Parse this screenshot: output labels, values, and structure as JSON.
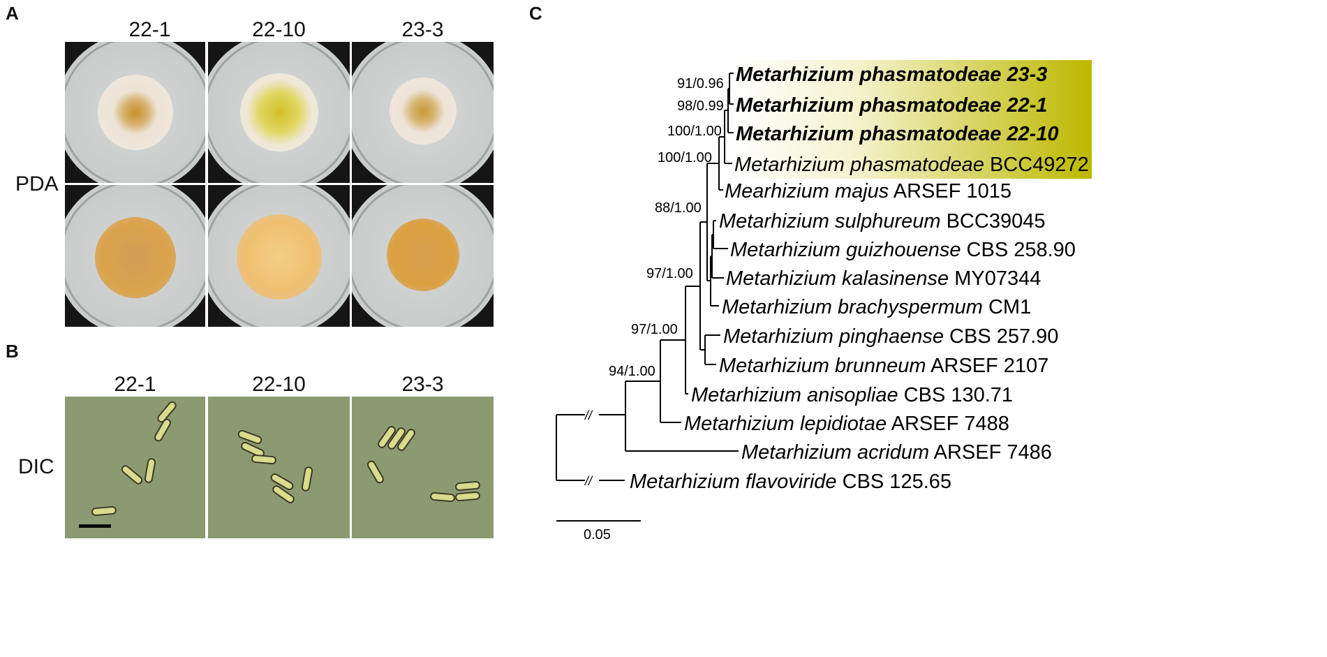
{
  "panels": {
    "a": {
      "letter": "A",
      "columns": [
        "22-1",
        "22-10",
        "23-3"
      ],
      "row_label": "PDA"
    },
    "b": {
      "letter": "B",
      "columns": [
        "22-1",
        "22-10",
        "23-3"
      ],
      "row_label": "DIC"
    },
    "c": {
      "letter": "C",
      "highlight_color": "#bcb800",
      "taxa": [
        {
          "genus": "Metarhizium",
          "species": "phasmatodeae",
          "strain": "23-3",
          "bold": true
        },
        {
          "genus": "Metarhizium",
          "species": "phasmatodeae",
          "strain": "22-1",
          "bold": true
        },
        {
          "genus": "Metarhizium",
          "species": "phasmatodeae",
          "strain": "22-10",
          "bold": true
        },
        {
          "genus": "Metarhizium",
          "species": "phasmatodeae",
          "strain": "BCC49272",
          "bold": false
        },
        {
          "genus": "Mearhizium",
          "species": "majus",
          "strain": "ARSEF 1015",
          "bold": false
        },
        {
          "genus": "Metarhizium",
          "species": "sulphureum",
          "strain": "BCC39045",
          "bold": false
        },
        {
          "genus": "Metarhizium",
          "species": "guizhouense",
          "strain": "CBS 258.90",
          "bold": false
        },
        {
          "genus": "Metarhizium",
          "species": "kalasinense",
          "strain": "MY07344",
          "bold": false
        },
        {
          "genus": "Metarhizium",
          "species": "brachyspermum",
          "strain": "CM1",
          "bold": false
        },
        {
          "genus": "Metarhizium",
          "species": "pinghaense",
          "strain": "CBS 257.90",
          "bold": false
        },
        {
          "genus": "Metarhizium",
          "species": "brunneum",
          "strain": "ARSEF 2107",
          "bold": false
        },
        {
          "genus": "Metarhizium",
          "species": "anisopliae",
          "strain": "CBS 130.71",
          "bold": false
        },
        {
          "genus": "Metarhizium",
          "species": "lepidiotae",
          "strain": "ARSEF 7488",
          "bold": false
        },
        {
          "genus": "Metarhizium",
          "species": "acridum",
          "strain": "ARSEF 7486",
          "bold": false
        },
        {
          "genus": "Metarhizium",
          "species": "flavoviride",
          "strain": "CBS 125.65",
          "bold": false
        }
      ],
      "supports": [
        "91/0.96",
        "98/0.99",
        "100/1.00",
        "100/1.00",
        "88/1.00",
        "97/1.00",
        "97/1.00",
        "94/1.00"
      ],
      "break_mark": "//",
      "scale_label": "0.05"
    }
  },
  "colors": {
    "colony_top": [
      "#efe6dc",
      "#f0ead6",
      "#efe5da"
    ],
    "colony_center": [
      "#c8902a",
      "#d6c22a",
      "#c79a35"
    ],
    "colony_bottom": [
      "#d9a24a",
      "#f0c070",
      "#dba040"
    ],
    "spore": "#d6d98a",
    "dic_background": "#8c9a72"
  }
}
